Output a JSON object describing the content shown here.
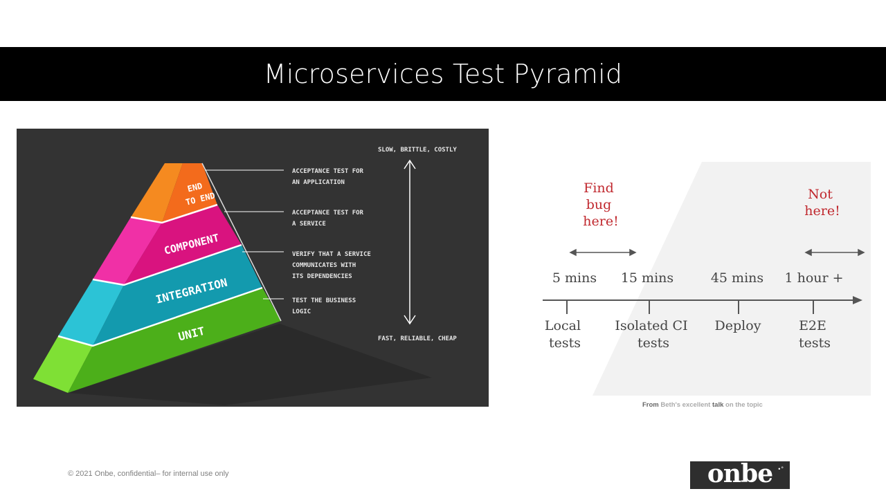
{
  "slide": {
    "title": "Microservices Test Pyramid",
    "footer": "© 2021 Onbe, confidential– for internal use only",
    "logo_text": "onbe"
  },
  "pyramid": {
    "layers": [
      {
        "label_lines": [
          "END",
          "TO END"
        ],
        "color": "#f5781e"
      },
      {
        "label_lines": [
          "COMPONENT"
        ],
        "color": "#e8158c"
      },
      {
        "label_lines": [
          "INTEGRATION"
        ],
        "color": "#1aa3b8"
      },
      {
        "label_lines": [
          "UNIT"
        ],
        "color": "#5bc81a"
      }
    ],
    "annotations": [
      {
        "lines": [
          "ACCEPTANCE TEST FOR",
          "AN APPLICATION"
        ]
      },
      {
        "lines": [
          "ACCEPTANCE TEST FOR",
          "A SERVICE"
        ]
      },
      {
        "lines": [
          "VERIFY THAT A SERVICE",
          "COMMUNICATES WITH",
          "ITS DEPENDENCIES"
        ]
      },
      {
        "lines": [
          "TEST THE BUSINESS",
          "LOGIC"
        ]
      }
    ],
    "scale_top": "SLOW, BRITTLE, COSTLY",
    "scale_bottom": "FAST, RELIABLE, CHEAP"
  },
  "timeline": {
    "find_bug": [
      "Find",
      "bug",
      "here!"
    ],
    "not_here": [
      "Not",
      "here!"
    ],
    "durations": [
      "5 mins",
      "15 mins",
      "45 mins",
      "1 hour +"
    ],
    "stages": [
      [
        "Local",
        "tests"
      ],
      [
        "Isolated CI",
        "tests"
      ],
      [
        "Deploy"
      ],
      [
        "E2E",
        "tests"
      ]
    ],
    "accent_color": "#c0282e"
  },
  "caption": {
    "from": "From",
    "link": "Beth's excellent",
    "talk": "talk",
    "rest": "on the topic"
  }
}
